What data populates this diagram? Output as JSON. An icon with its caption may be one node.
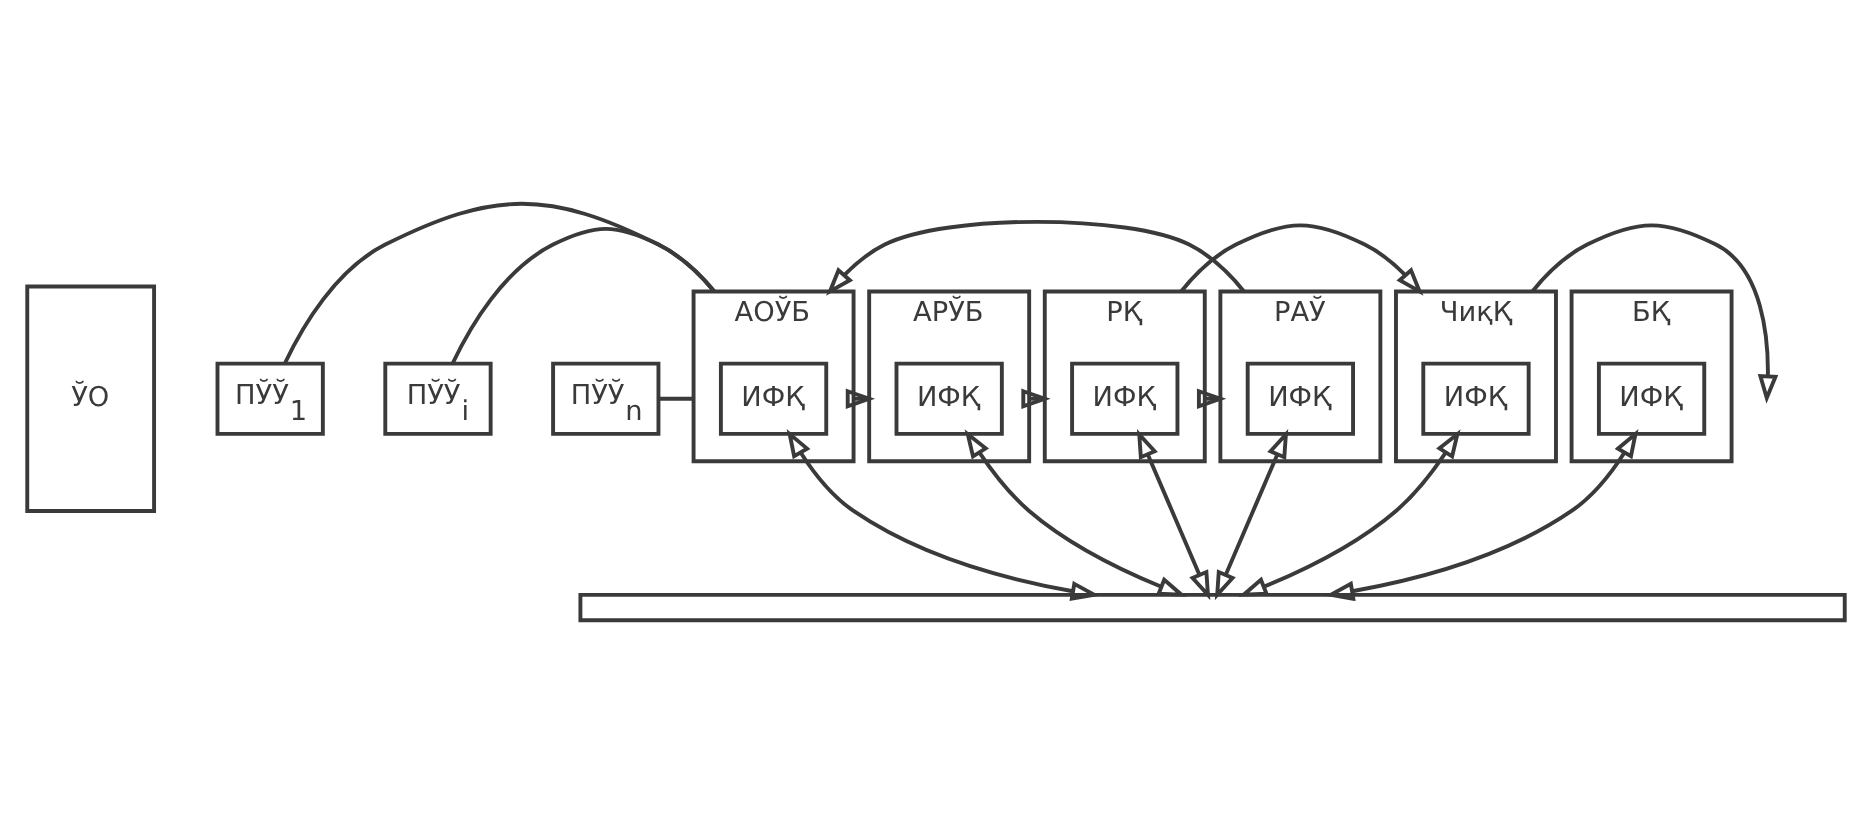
{
  "diagram": {
    "nodes": [
      {
        "text": [
          "ЎО"
        ]
      },
      {
        "text": [
          "ПЎЎ$_{1}$"
        ]
      },
      {
        "text": [
          "ПЎЎ$_{i}$"
        ]
      },
      {
        "text": [
          "ПЎЎ$_{n}$"
        ]
      },
      {
        "text": [
          "АОЎБ"
        ]
      },
      {
        "text": [
          "ИФҚ"
        ],
        "in": 4
      },
      {
        "text": [
          "АРЎБ"
        ]
      },
      {
        "text": [
          "ИФҚ"
        ],
        "in": 6
      },
      {
        "text": [
          "РҚ"
        ]
      },
      {
        "text": [
          "ИФҚ"
        ],
        "in": 8
      },
      {
        "text": [
          "РАЎ"
        ]
      },
      {
        "text": [
          "ИФҚ"
        ],
        "in": 10
      },
      {
        "text": [
          "ЧиқҚ"
        ]
      },
      {
        "text": [
          "ИФҚ"
        ],
        "in": 12
      },
      {
        "text": [
          "БҚ"
        ]
      },
      {
        "text": [
          "ИФҚ"
        ],
        "in": 14
      },
      {
        "text": [],
        "shape": "bar"
      }
    ],
    "edges": [
      {
        "from": 1,
        "to": 4,
        "arrow": "none"
      },
      {
        "from": 2,
        "to": 4,
        "arrow": "none"
      },
      {
        "from": 3,
        "to": 4,
        "arrow": "none"
      },
      {
        "from": 4,
        "to": 6,
        "arrow": "to"
      },
      {
        "from": 6,
        "to": 8,
        "arrow": "to"
      },
      {
        "from": 8,
        "to": 10,
        "arrow": "to"
      },
      {
        "from": 10,
        "to": 4,
        "arrow": "to"
      },
      {
        "from": 8,
        "to": 12,
        "arrow": "to"
      },
      {
        "from": 12,
        "to": null,
        "arrow": "to"
      },
      {
        "from": 5,
        "to": 16,
        "arrow": "both"
      },
      {
        "from": 7,
        "to": 16,
        "arrow": "both"
      },
      {
        "from": 9,
        "to": 16,
        "arrow": "both"
      },
      {
        "from": 13,
        "to": 16,
        "arrow": "both"
      },
      {
        "from": 15,
        "to": 16,
        "arrow": "both"
      },
      {
        "from": 11,
        "to": 16,
        "arrow": "both"
      }
    ]
  }
}
